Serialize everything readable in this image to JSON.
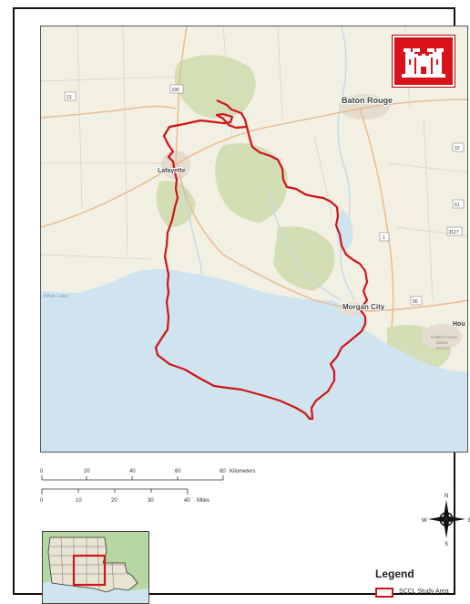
{
  "map": {
    "places": [
      {
        "id": "baton-rouge",
        "name": "Baton Rouge"
      },
      {
        "id": "lafayette",
        "name": "Lafayette"
      },
      {
        "id": "morgan-city",
        "name": "Morgan City"
      },
      {
        "id": "white-lake",
        "name": "White Lake"
      },
      {
        "id": "houma",
        "name": "Hou"
      },
      {
        "id": "houma-sub",
        "name": "United Houma"
      },
      {
        "id": "houma-sub2",
        "name": "Nation"
      },
      {
        "id": "houma-sub3",
        "name": "School"
      }
    ],
    "highway_shields": [
      "13",
      "190",
      "10",
      "61",
      "1",
      "3127",
      "90"
    ],
    "colors": {
      "land": "#f2efe3",
      "water": "#cfe4ef",
      "study_area": "#d0141a",
      "road": "#e9b98a",
      "forest": "#c9d9a7"
    }
  },
  "scale": {
    "km_ticks": [
      "0",
      "20",
      "40",
      "60",
      "80"
    ],
    "km_unit": "Kilometers",
    "mile_ticks": [
      "0",
      "10",
      "20",
      "30",
      "40"
    ],
    "mile_unit": "Miles"
  },
  "north_arrow": {
    "n": "N",
    "s": "S",
    "e": "E",
    "w": "W"
  },
  "legend": {
    "title": "Legend",
    "item_label": "SCCL Study Area",
    "item_color": "#d0141a"
  },
  "logo": {
    "name": "castle-icon",
    "color": "#d8111a"
  }
}
